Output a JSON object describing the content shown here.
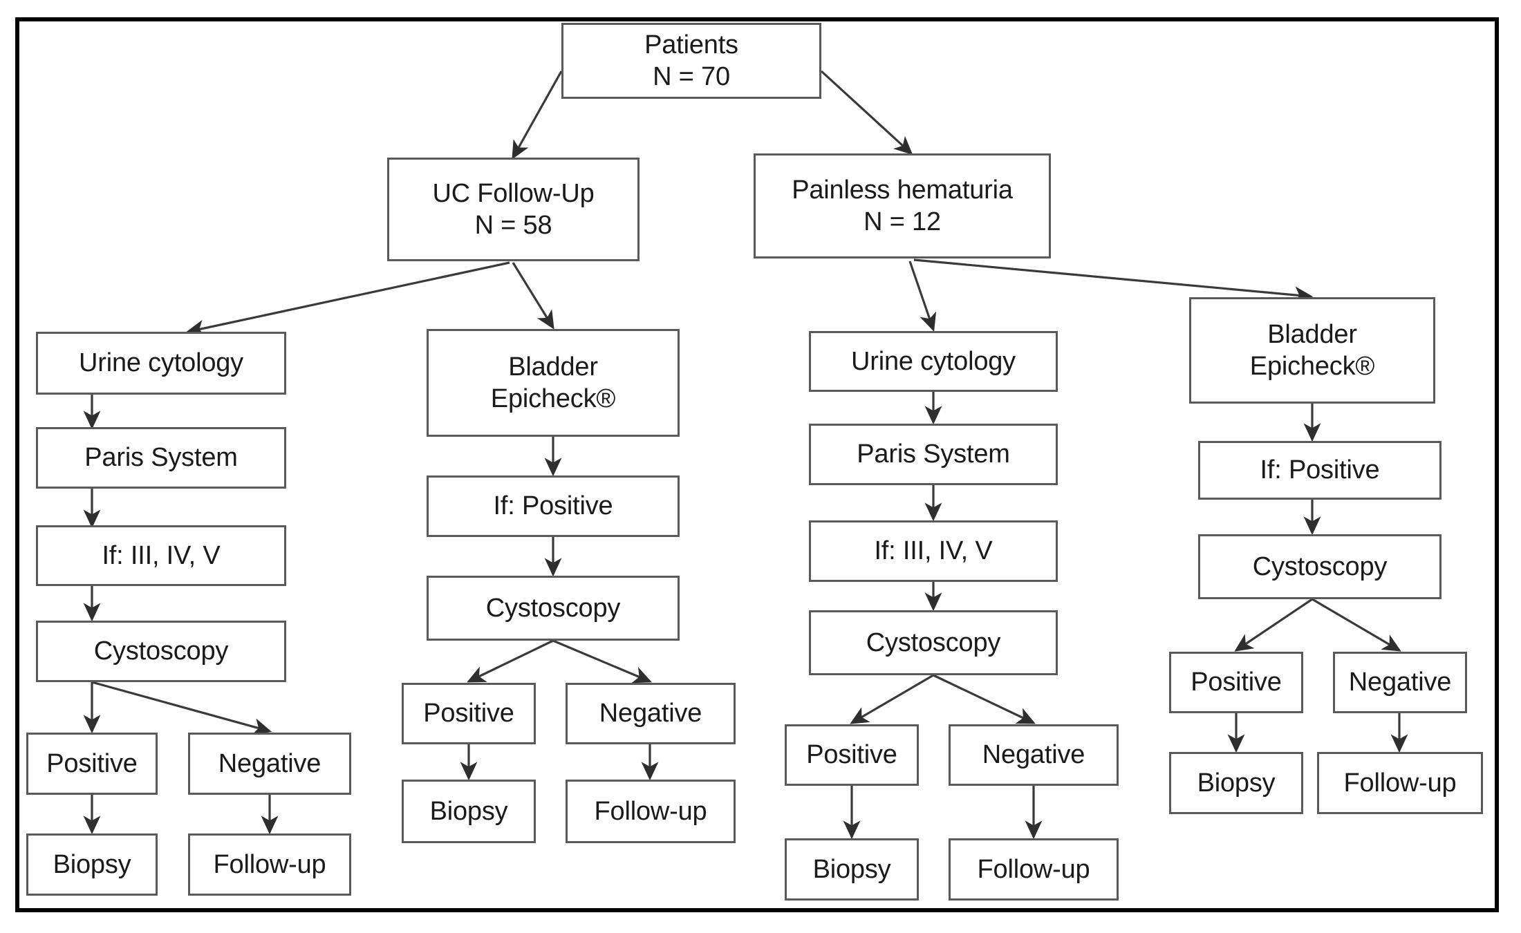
{
  "diagram": {
    "title": "Patient diagnostic workflow flowchart",
    "border_color": "#000000",
    "node_border_color": "#5a5a5a",
    "node_fill_color": "#ffffff",
    "text_color": "#1a1a1a",
    "edge_color": "#3a3a3a"
  },
  "nodes": {
    "root": {
      "label": "Patients\nN = 70"
    },
    "branch_uc": {
      "label": "UC Follow-Up\nN = 58"
    },
    "branch_hematuria": {
      "label": "Painless hematuria\nN = 12"
    },
    "c1_urine_cytology": {
      "label": "Urine cytology"
    },
    "c1_paris_system": {
      "label": "Paris System"
    },
    "c1_if_grades": {
      "label": "If: III, IV, V"
    },
    "c1_cystoscopy": {
      "label": "Cystoscopy"
    },
    "c1_positive": {
      "label": "Positive"
    },
    "c1_negative": {
      "label": "Negative"
    },
    "c1_biopsy": {
      "label": "Biopsy"
    },
    "c1_followup": {
      "label": "Follow-up"
    },
    "c2_bladder_epicheck": {
      "label": "Bladder\nEpicheck®"
    },
    "c2_if_positive": {
      "label": "If: Positive"
    },
    "c2_cystoscopy": {
      "label": "Cystoscopy"
    },
    "c2_positive": {
      "label": "Positive"
    },
    "c2_negative": {
      "label": "Negative"
    },
    "c2_biopsy": {
      "label": "Biopsy"
    },
    "c2_followup": {
      "label": "Follow-up"
    },
    "c3_urine_cytology": {
      "label": "Urine cytology"
    },
    "c3_paris_system": {
      "label": "Paris System"
    },
    "c3_if_grades": {
      "label": "If: III, IV, V"
    },
    "c3_cystoscopy": {
      "label": "Cystoscopy"
    },
    "c3_positive": {
      "label": "Positive"
    },
    "c3_negative": {
      "label": "Negative"
    },
    "c3_biopsy": {
      "label": "Biopsy"
    },
    "c3_followup": {
      "label": "Follow-up"
    },
    "c4_bladder_epicheck": {
      "label": "Bladder\nEpicheck®"
    },
    "c4_if_positive": {
      "label": "If: Positive"
    },
    "c4_cystoscopy": {
      "label": "Cystoscopy"
    },
    "c4_positive": {
      "label": "Positive"
    },
    "c4_negative": {
      "label": "Negative"
    },
    "c4_biopsy": {
      "label": "Biopsy"
    },
    "c4_followup": {
      "label": "Follow-up"
    }
  },
  "edges": [
    {
      "from": "root",
      "to": "branch_uc"
    },
    {
      "from": "root",
      "to": "branch_hematuria"
    },
    {
      "from": "branch_uc",
      "to": "c1_urine_cytology"
    },
    {
      "from": "branch_uc",
      "to": "c2_bladder_epicheck"
    },
    {
      "from": "branch_hematuria",
      "to": "c3_urine_cytology"
    },
    {
      "from": "branch_hematuria",
      "to": "c4_bladder_epicheck"
    },
    {
      "from": "c1_urine_cytology",
      "to": "c1_paris_system"
    },
    {
      "from": "c1_paris_system",
      "to": "c1_if_grades"
    },
    {
      "from": "c1_if_grades",
      "to": "c1_cystoscopy"
    },
    {
      "from": "c1_cystoscopy",
      "to": "c1_positive"
    },
    {
      "from": "c1_cystoscopy",
      "to": "c1_negative"
    },
    {
      "from": "c1_positive",
      "to": "c1_biopsy"
    },
    {
      "from": "c1_negative",
      "to": "c1_followup"
    },
    {
      "from": "c2_bladder_epicheck",
      "to": "c2_if_positive"
    },
    {
      "from": "c2_if_positive",
      "to": "c2_cystoscopy"
    },
    {
      "from": "c2_cystoscopy",
      "to": "c2_positive"
    },
    {
      "from": "c2_cystoscopy",
      "to": "c2_negative"
    },
    {
      "from": "c2_positive",
      "to": "c2_biopsy"
    },
    {
      "from": "c2_negative",
      "to": "c2_followup"
    },
    {
      "from": "c3_urine_cytology",
      "to": "c3_paris_system"
    },
    {
      "from": "c3_paris_system",
      "to": "c3_if_grades"
    },
    {
      "from": "c3_if_grades",
      "to": "c3_cystoscopy"
    },
    {
      "from": "c3_cystoscopy",
      "to": "c3_positive"
    },
    {
      "from": "c3_cystoscopy",
      "to": "c3_negative"
    },
    {
      "from": "c3_positive",
      "to": "c3_biopsy"
    },
    {
      "from": "c3_negative",
      "to": "c3_followup"
    },
    {
      "from": "c4_bladder_epicheck",
      "to": "c4_if_positive"
    },
    {
      "from": "c4_if_positive",
      "to": "c4_cystoscopy"
    },
    {
      "from": "c4_cystoscopy",
      "to": "c4_positive"
    },
    {
      "from": "c4_cystoscopy",
      "to": "c4_negative"
    },
    {
      "from": "c4_positive",
      "to": "c4_biopsy"
    },
    {
      "from": "c4_negative",
      "to": "c4_followup"
    }
  ]
}
